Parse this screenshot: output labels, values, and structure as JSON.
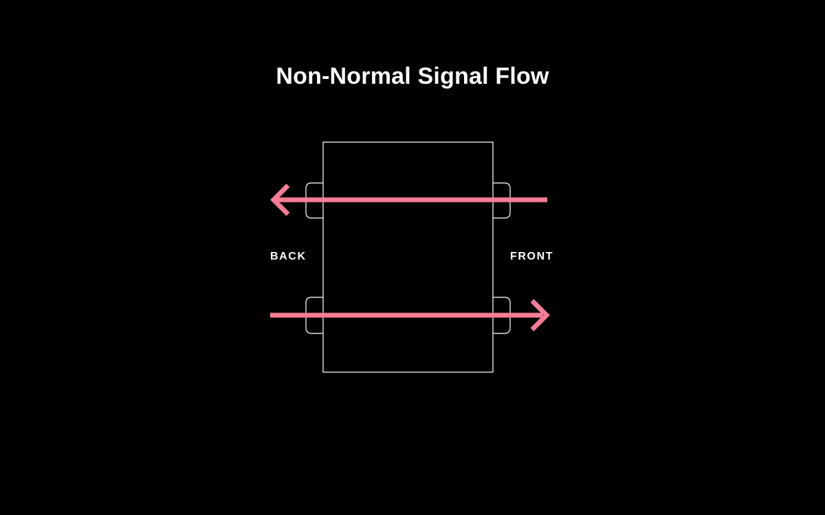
{
  "title": "Non-Normal Signal Flow",
  "module": {
    "back_label": "BACK",
    "front_label": "FRONT"
  },
  "arrows": {
    "top_direction": "left",
    "bottom_direction": "right"
  },
  "colors": {
    "background": "#000000",
    "arrow": "#f47d96",
    "outline": "#e3e3e3",
    "text": "#ffffff"
  }
}
